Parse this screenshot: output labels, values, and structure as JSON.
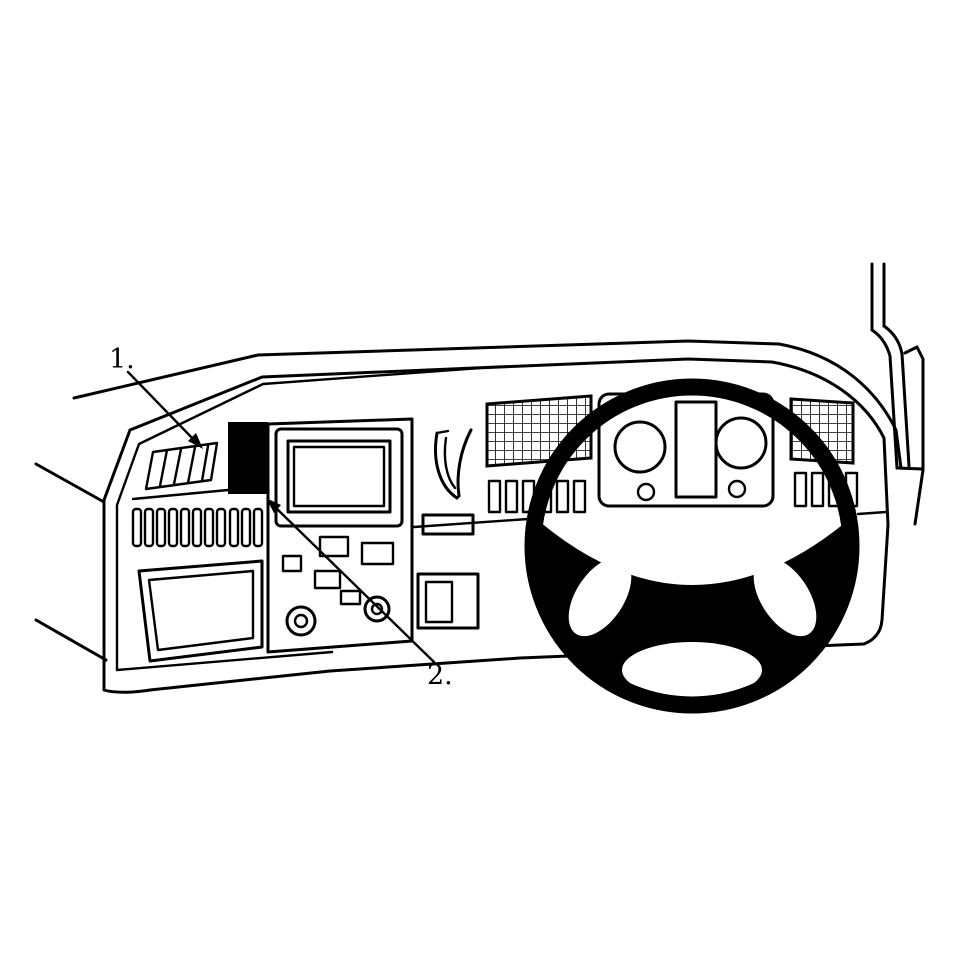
{
  "page": {
    "background_color": "#ffffff"
  },
  "diagram": {
    "kind": "technical line drawing",
    "subject": "truck dashboard with steering wheel, instrument cluster, center display, vents and numbered mounting positions",
    "line_color": "#000000",
    "mount_marker": {
      "description": "solid black rectangle marking mounting position",
      "fill": "#000000"
    },
    "callouts": [
      {
        "label": "1."
      },
      {
        "label": "2."
      }
    ]
  }
}
